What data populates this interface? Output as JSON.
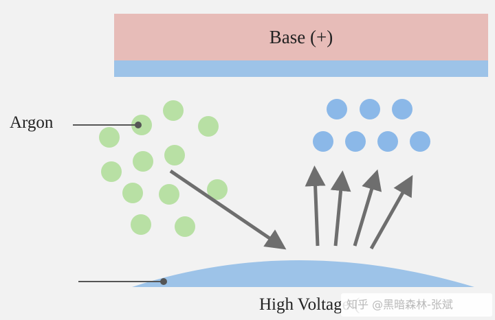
{
  "base": {
    "label": "Base (+)",
    "color_top": "#e7bcb8",
    "color_strip": "#9dc3e8"
  },
  "argon": {
    "label": "Argon",
    "particle_color": "#b8e0a4"
  },
  "target": {
    "label": "High Voltage (",
    "color": "#9dc3e8"
  },
  "sputtered": {
    "particle_color": "#8bb8e8"
  },
  "arrow_color": "#6e6e6e",
  "watermark": {
    "text": "知乎 @黑暗森林-张斌"
  }
}
